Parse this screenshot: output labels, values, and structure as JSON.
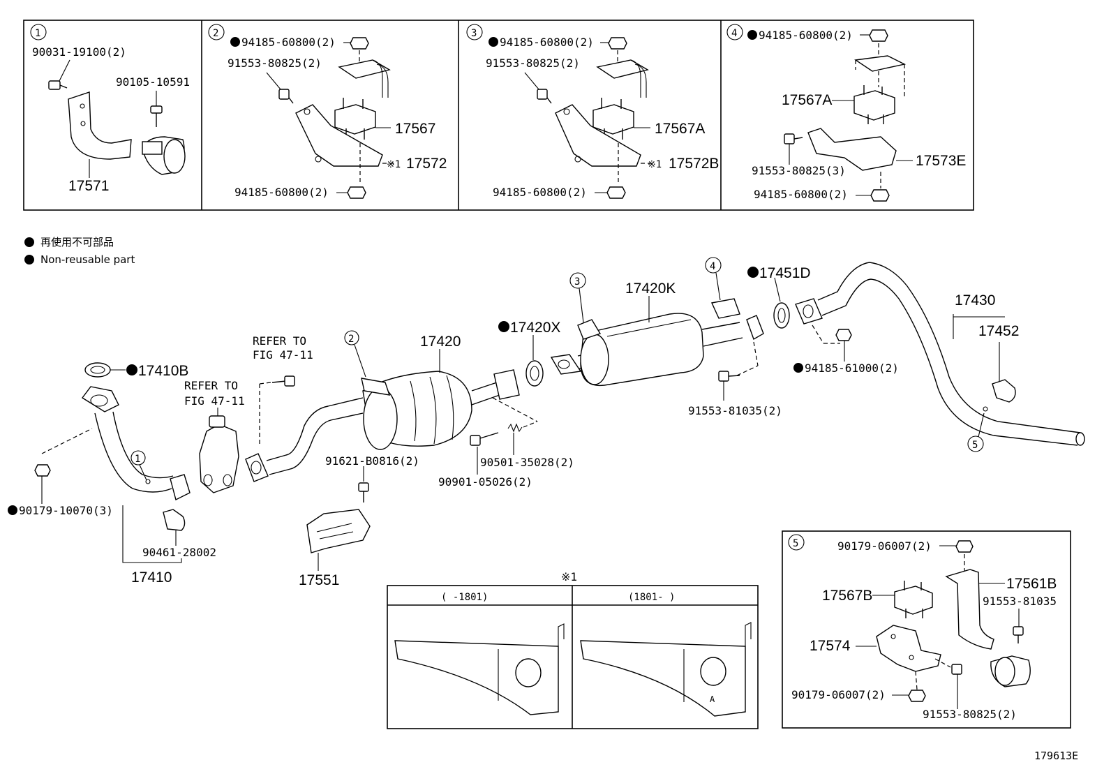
{
  "diagram_id": "179613E",
  "legend": {
    "jp": "再使用不可部品",
    "en": "Non-reusable part"
  },
  "refer": {
    "line1": "REFER TO",
    "line2": "FIG 47-11"
  },
  "detail_markers": [
    "1",
    "2",
    "3",
    "4",
    "5"
  ],
  "note_marker": "※1",
  "inset": {
    "left_header": "(      -1801)",
    "right_header": "(1801-      )",
    "mark_a": "A"
  },
  "box1": {
    "bolt": "90031-19100(2)",
    "bolt2": "90105-10591",
    "bracket": "17571"
  },
  "box2": {
    "nut_top": "94185-60800(2)",
    "bolt": "91553-80825(2)",
    "mount": "17567",
    "bracket": "17572",
    "nut_bottom": "94185-60800(2)"
  },
  "box3": {
    "nut_top": "94185-60800(2)",
    "bolt": "91553-80825(2)",
    "mount": "17567A",
    "bracket": "17572B",
    "nut_bottom": "94185-60800(2)"
  },
  "box4": {
    "nut_top": "94185-60800(2)",
    "mount": "17567A",
    "bolt": "91553-80825(3)",
    "bracket": "17573E",
    "nut_bottom": "94185-60800(2)"
  },
  "box5": {
    "nut_top": "90179-06007(2)",
    "mount": "17567B",
    "hanger": "17561B",
    "bolt_right": "91553-81035",
    "bracket": "17574",
    "nut_bottom": "90179-06007(2)",
    "bolt_bottom": "91553-80825(2)"
  },
  "main": {
    "gasket_front": "17410B",
    "nut_front": "90179-10070(3)",
    "clamp_front": "90461-28002",
    "front_pipe": "17410",
    "heat_insulator": "17551",
    "bolt_insulator": "91621-B0816(2)",
    "bolt_flange": "90901-05026(2)",
    "spring": "90501-35028(2)",
    "center_pipe": "17420",
    "gasket_center": "17420X",
    "muffler": "17420K",
    "gasket_tail": "17451D",
    "nut_tail": "94185-61000(2)",
    "bolt_tail": "91553-81035(2)",
    "tail_pipe": "17430",
    "tail_clamp": "17452"
  }
}
